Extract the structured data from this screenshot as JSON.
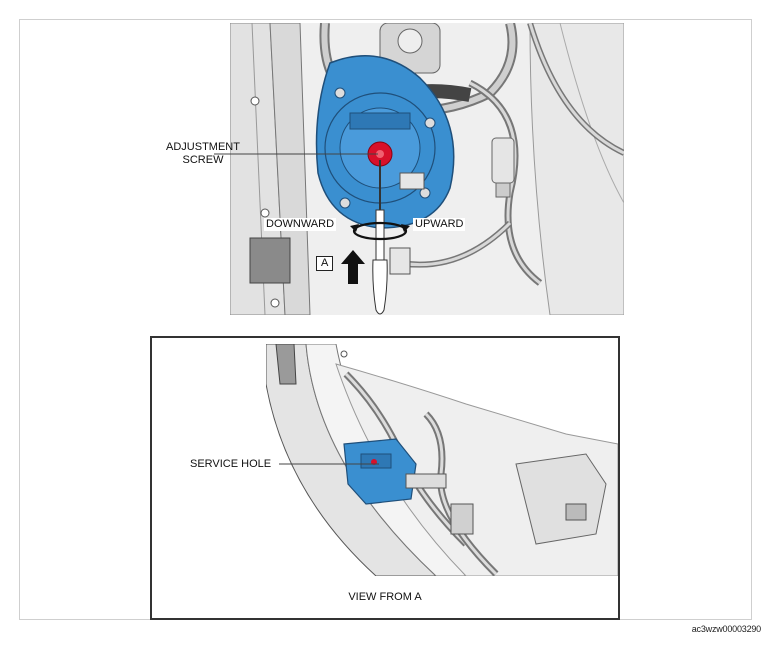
{
  "labels": {
    "adjustment_screw_line1": "ADJUSTMENT",
    "adjustment_screw_line2": "SCREW",
    "downward": "DOWNWARD",
    "upward": "UPWARD",
    "view_marker": "A",
    "service_hole": "SERVICE HOLE",
    "view_caption": "VIEW FROM A"
  },
  "document_id": "ac3wzw00003290",
  "colors": {
    "housing_blue": "#3a8fd0",
    "screw_red": "#d8102a",
    "line": "#555555"
  }
}
